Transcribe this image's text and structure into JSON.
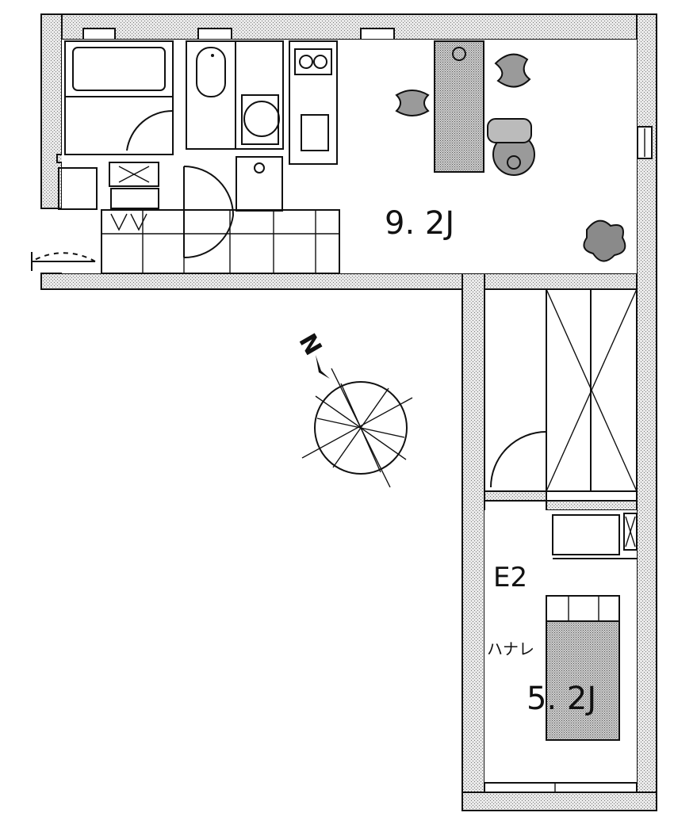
{
  "rooms": {
    "main_area": "9. 2J",
    "unit_id": "E2",
    "annex_label": "ハナレ",
    "annex_area": "5. 2J"
  },
  "compass": {
    "north_label": "N"
  },
  "colors": {
    "wall": "#b8b8b8",
    "line": "#111111",
    "furniture": "#9a9a9a"
  }
}
